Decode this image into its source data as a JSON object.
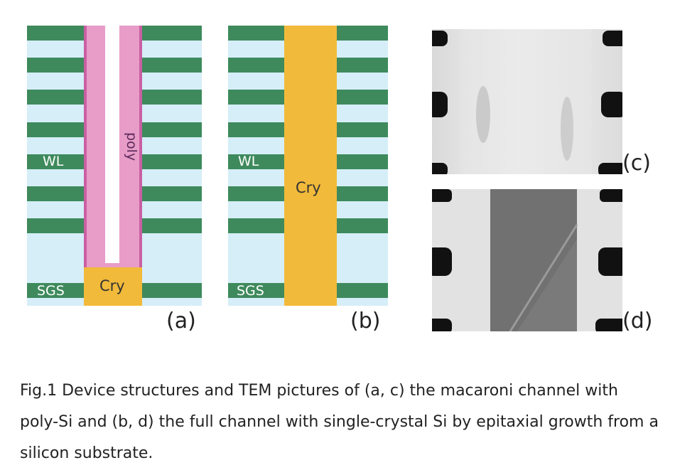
{
  "figure": {
    "panel_a": {
      "wl_label": "WL",
      "sgs_label": "SGS",
      "poly_label": "poly",
      "cry_label": "Cry",
      "tag": "(a)"
    },
    "panel_b": {
      "wl_label": "WL",
      "sgs_label": "SGS",
      "cry_label": "Cry",
      "tag": "(b)"
    },
    "panel_c": {
      "tag": "(c)"
    },
    "panel_d": {
      "tag": "(d)"
    },
    "colors": {
      "wordline": "#3e8a5c",
      "insulator": "#d6eef8",
      "poly_si": "#e89cc8",
      "crystal_si": "#f2ba3a",
      "tem_dark": "#111111"
    }
  },
  "caption": "Fig.1 Device structures and TEM pictures of (a, c) the macaroni channel with poly-Si and (b, d) the full channel with single-crystal Si by epitaxial growth from a silicon substrate."
}
